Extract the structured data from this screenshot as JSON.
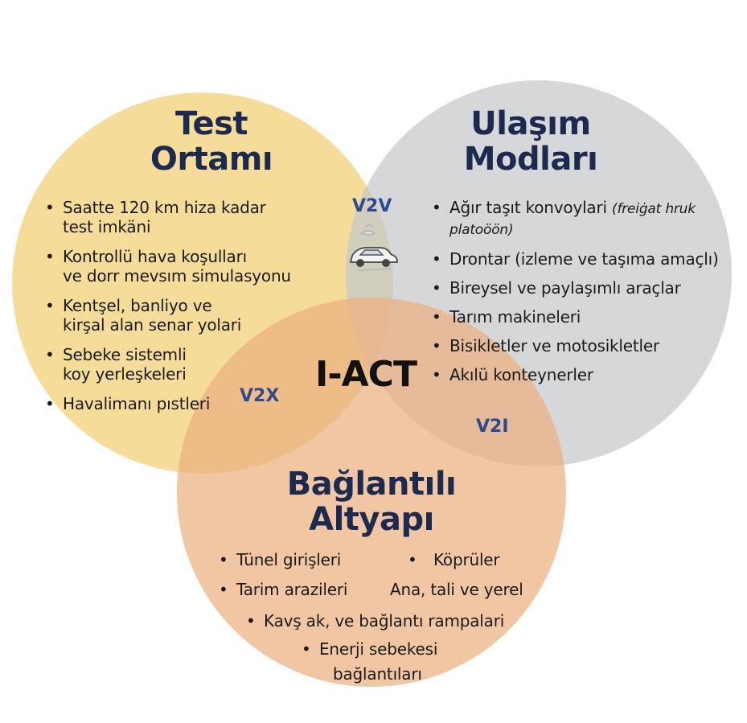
{
  "colors": {
    "test_circle": "#f2d37c",
    "modes_circle": "#c5c7cb",
    "infra_circle": "#ebb07f",
    "title_text": "#1b2a4e",
    "tag_text": "#2d4a8f"
  },
  "center_label": "I-ACT",
  "sets": {
    "test": {
      "title_lines": [
        "Test",
        "Ortamı"
      ],
      "items": [
        [
          "Saatte 120 km hiza kadar",
          "test imkäni"
        ],
        [
          "Kontrollü hava koşulları",
          "ve dorr mevsım simulasyonu"
        ],
        [
          "Kentşel, banliyo ve",
          "kirşal alan senar yolari"
        ],
        [
          "Sebeke sistemli",
          "koy yerleşkeleri"
        ],
        [
          "Havalimanı pıstleri"
        ]
      ]
    },
    "modes": {
      "title_lines": [
        "Ulaşım",
        "Modları"
      ],
      "item1_main": "Ağır taşıt konvoylari",
      "item1_note_a": "(freiġat hruk",
      "item1_note_b": "platoöön)",
      "items": [
        "Drontar  (izleme ve taşıma amaçlı)",
        "Bireysel ve paylaşımlı araçlar",
        "Tarım makineleri",
        "Bisikletler ve motosikletler",
        "Akılü konteynerler"
      ]
    },
    "infra": {
      "title_lines": [
        "Bağlantılı",
        "Altyapı"
      ],
      "items": {
        "tunnel": "Tünel girişleri",
        "bridges": "Köprüler",
        "farmland": "Tarim arazileri",
        "roads": "Ana, tali ve yerel",
        "ramps": "Kavş ak, ve  bağlantı rampalari",
        "grid_a": "Enerji sebekesi",
        "grid_b": "bağlantıları"
      }
    }
  },
  "overlap_labels": {
    "v2v": "V2V",
    "v2x": "V2X",
    "v2i": "V2I"
  },
  "icons": {
    "vehicle": "car-icon"
  }
}
